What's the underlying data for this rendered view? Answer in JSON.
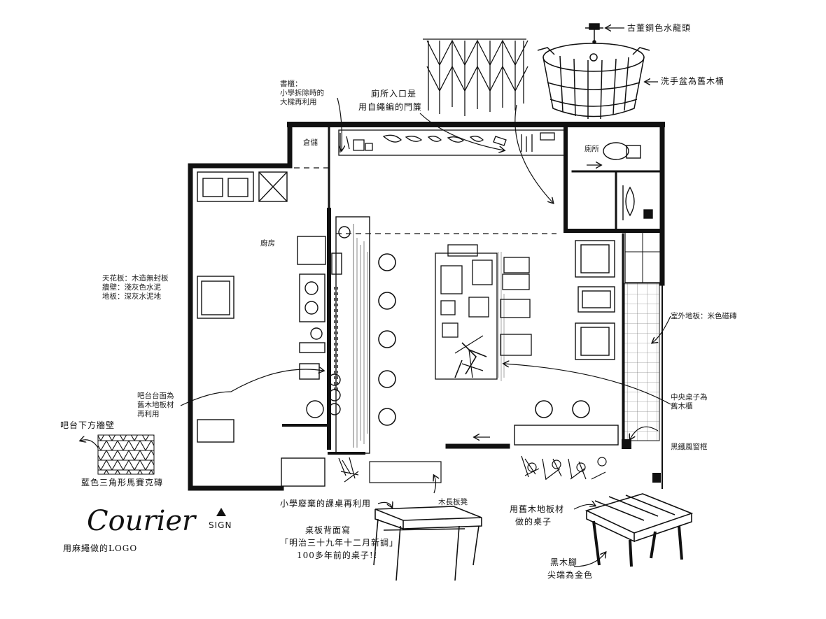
{
  "labels": {
    "storage": "倉儲",
    "toilet": "廁所",
    "kitchen": "廚房",
    "bookshelf_1": "書櫃：",
    "bookshelf_2": "小學拆除時的",
    "bookshelf_3": "大樑再利用",
    "materials_1": "天花板：木造無封板",
    "materials_2": "牆壁：淺灰色水泥",
    "materials_3": "地板：深灰水泥地",
    "outdoor_floor": "室外地板：米色磁磚",
    "counter_1": "吧台台面為",
    "counter_2": "舊木地板材",
    "counter_3": "再利用",
    "center_table_1": "中央桌子為",
    "center_table_2": "舊木櫃",
    "iron_window": "黑鐵風窗框",
    "wood_bench": "木長板凳"
  },
  "handwritten": {
    "faucet": "古董銅色水龍頭",
    "basin": "洗手盆為舊木桶",
    "curtain_1": "廁所入口是",
    "curtain_2": "用自繩編的門簾",
    "bar_wall": "吧台下方牆壁",
    "tiles": "藍色三角形馬賽克磚",
    "logo_note": "用麻繩做的LOGO",
    "school_desk": "小學廢棄的課桌再利用",
    "desk_back_1": "桌板背面寫",
    "desk_back_2": "「明治三十九年十二月新調」",
    "desk_back_3": "100多年前的桌子!!",
    "floorboard_table_1": "用舊木地板材",
    "floorboard_table_2": "做的桌子",
    "legs_1": "黑木腳",
    "legs_2": "尖端為金色"
  },
  "logo": {
    "text": "Courier",
    "sign": "SIGN"
  }
}
